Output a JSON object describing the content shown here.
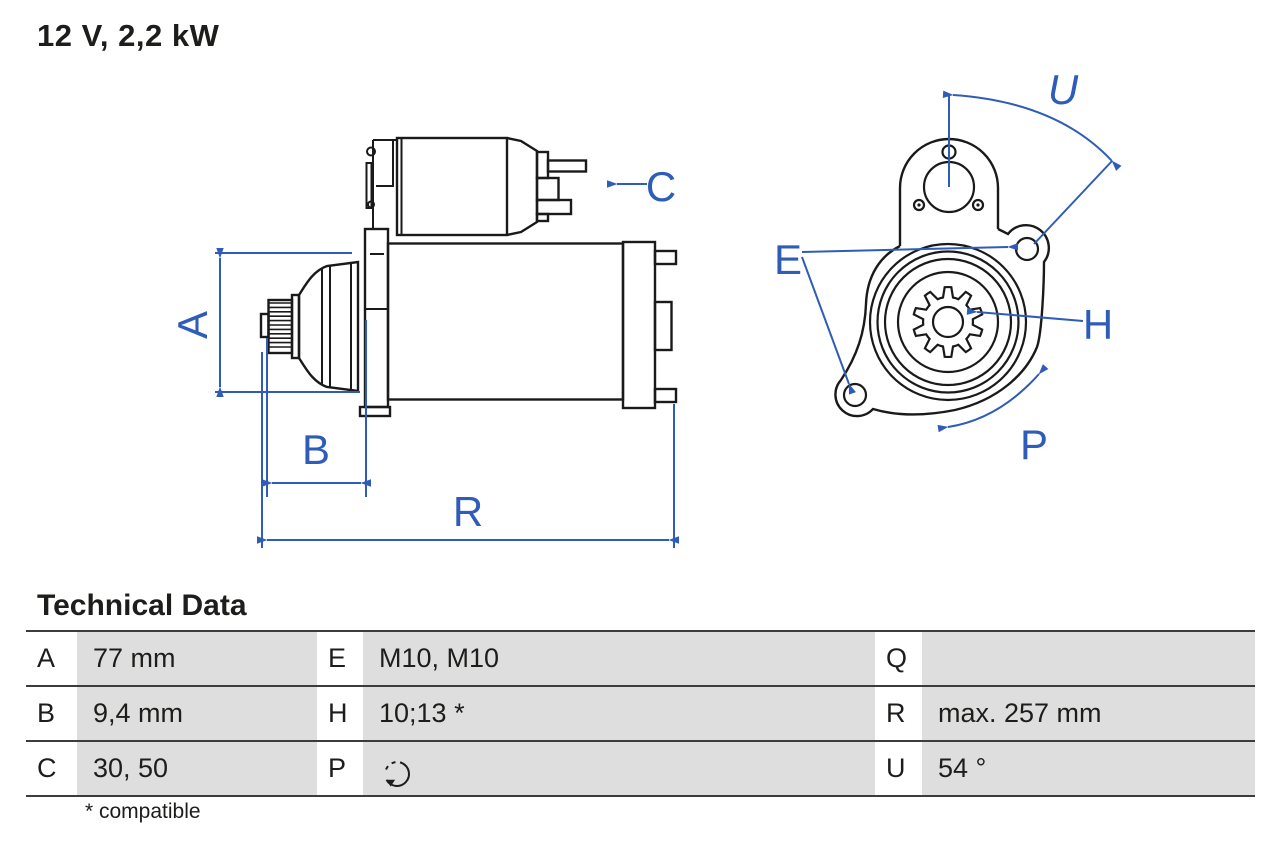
{
  "title": "12 V, 2,2 kW",
  "colors": {
    "annotation_blue": "#2e5cb8",
    "line_black": "#1a1a1a",
    "cell_gray": "#dedede",
    "rule_gray": "#3c3c3c",
    "text_black": "#1d1d1b"
  },
  "drawing": {
    "description": "starter-motor-technical-drawing-side-and-front-view",
    "labels": {
      "a": "A",
      "b": "B",
      "c": "C",
      "r": "R",
      "e": "E",
      "h": "H",
      "p": "P",
      "u": "U"
    }
  },
  "table": {
    "heading": "Technical Data",
    "rows": [
      {
        "c1_letter": "A",
        "c1_value": "77 mm",
        "c2_letter": "E",
        "c2_value": "M10, M10",
        "c3_letter": "Q",
        "c3_value": ""
      },
      {
        "c1_letter": "B",
        "c1_value": "9,4 mm",
        "c2_letter": "H",
        "c2_value": "10;13 *",
        "c3_letter": "R",
        "c3_value": "max. 257 mm"
      },
      {
        "c1_letter": "C",
        "c1_value": "30, 50",
        "c2_letter": "P",
        "c2_value": "",
        "c3_letter": "U",
        "c3_value": "54 °"
      }
    ],
    "p_icon": "rotation-direction-counterclockwise-icon",
    "footnote": "* compatible"
  }
}
